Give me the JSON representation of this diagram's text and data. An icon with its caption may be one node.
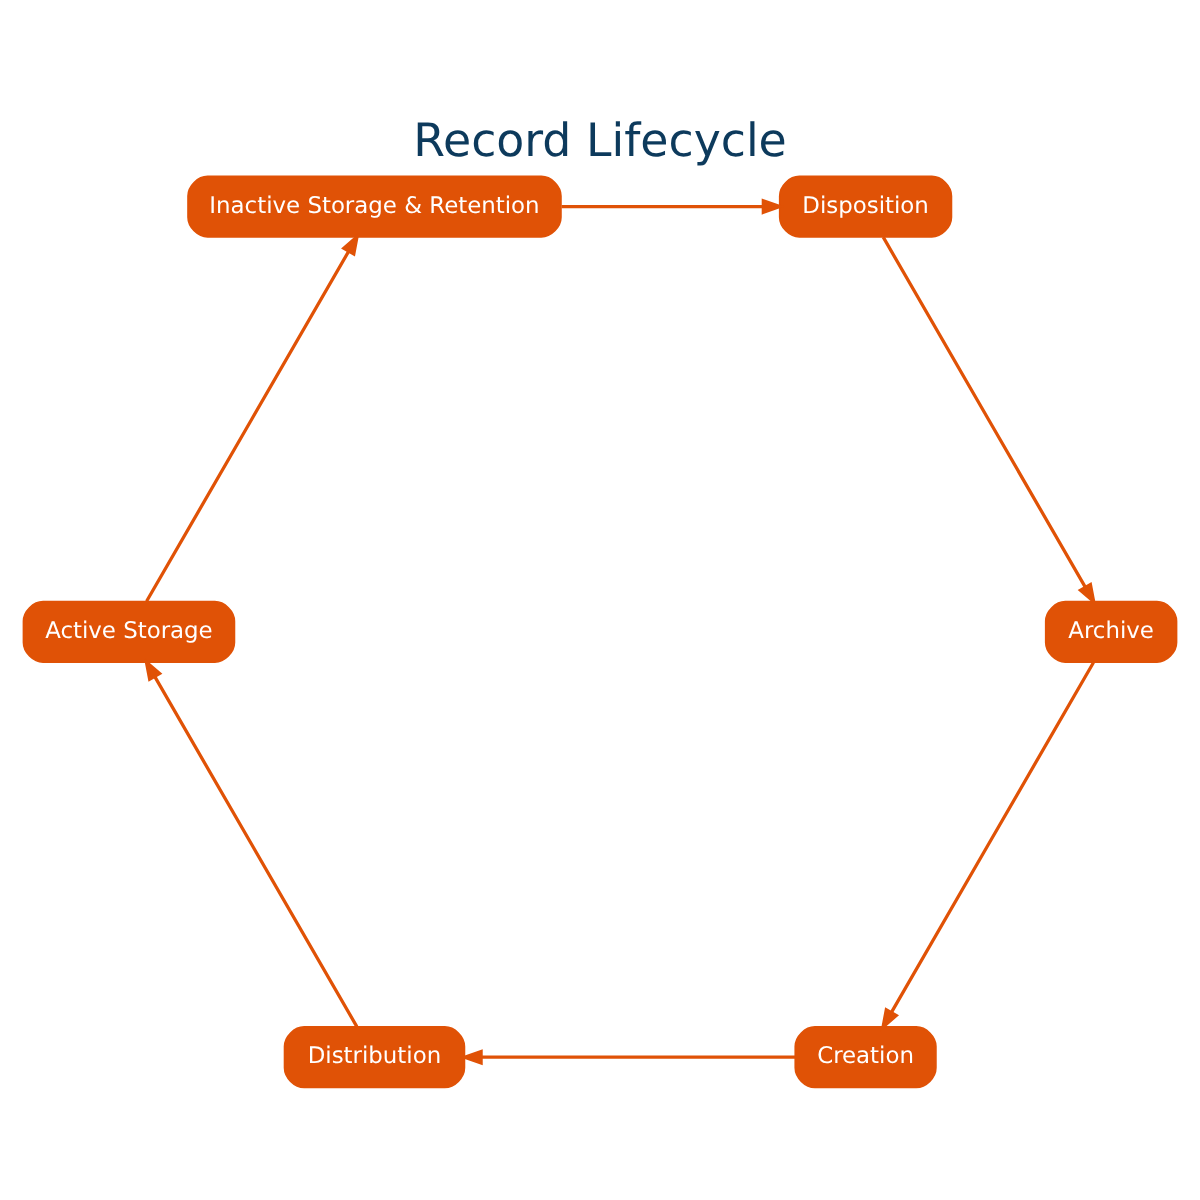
{
  "diagram": {
    "title": "Record Lifecycle",
    "nodes": [
      {
        "text": [
          "Creation"
        ]
      },
      {
        "text": [
          "Distribution"
        ]
      },
      {
        "text": [
          "Active Storage"
        ]
      },
      {
        "text": [
          "Inactive Storage & Retention"
        ]
      },
      {
        "text": [
          "Disposition"
        ]
      },
      {
        "text": [
          "Archive"
        ]
      }
    ],
    "edges": [
      {
        "from": 0,
        "to": 1,
        "arrow": "to"
      },
      {
        "from": 1,
        "to": 2,
        "arrow": "to"
      },
      {
        "from": 2,
        "to": 3,
        "arrow": "to"
      },
      {
        "from": 3,
        "to": 4,
        "arrow": "to"
      },
      {
        "from": 4,
        "to": 5,
        "arrow": "to"
      },
      {
        "from": 5,
        "to": 0,
        "arrow": "to"
      }
    ]
  }
}
